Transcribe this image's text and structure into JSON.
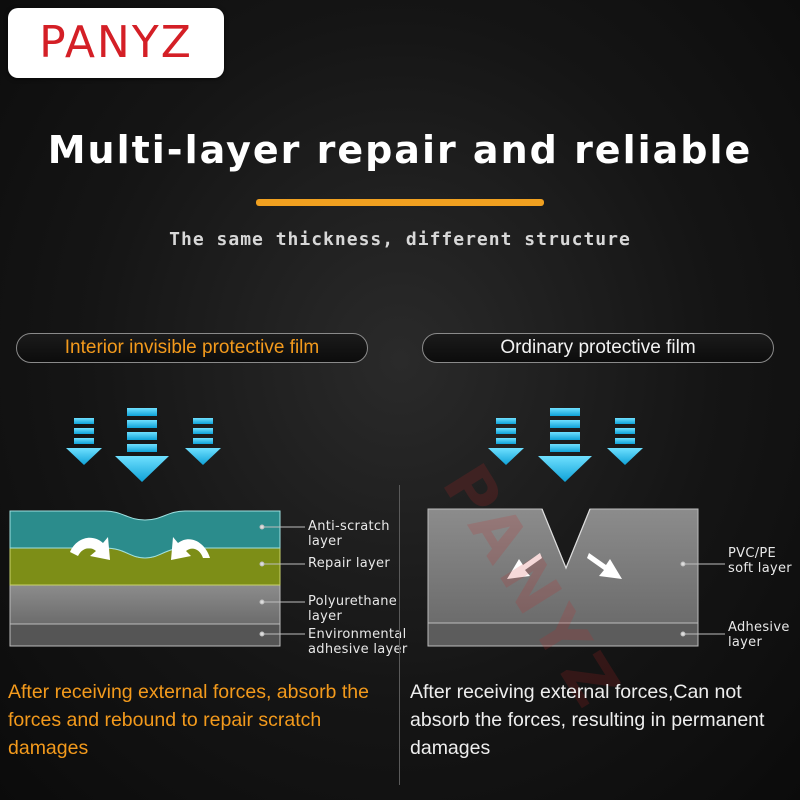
{
  "brand": {
    "logo_text": "PANYZ",
    "watermark_text": "PANYZ"
  },
  "header": {
    "title": "Multi-layer repair and reliable",
    "subtitle": "The same thickness, different structure"
  },
  "left_panel": {
    "heading": "Interior invisible protective film",
    "layers": [
      {
        "label": "Anti-scratch\nlayer"
      },
      {
        "label": "Repair layer"
      },
      {
        "label": "Polyurethane\nlayer"
      },
      {
        "label": "Environmental\nadhesive layer"
      }
    ],
    "description": "After receiving external forces, absorb the forces and rebound to repair scratch damages"
  },
  "right_panel": {
    "heading": "Ordinary protective film",
    "layers": [
      {
        "label": "PVC/PE\nsoft layer"
      },
      {
        "label": "Adhesive\nlayer"
      }
    ],
    "description": "After receiving external forces,Can not absorb the forces, resulting in permanent damages"
  },
  "colors": {
    "accent_orange": "#f39a1c",
    "force_arrow_cyan": "#1ab8e6",
    "anti_scratch_teal": "#2a8a8a",
    "repair_olive": "#7a8c1a",
    "polyurethane_gray": "#6a6a6a",
    "adhesive_gray": "#5a5a5a"
  }
}
